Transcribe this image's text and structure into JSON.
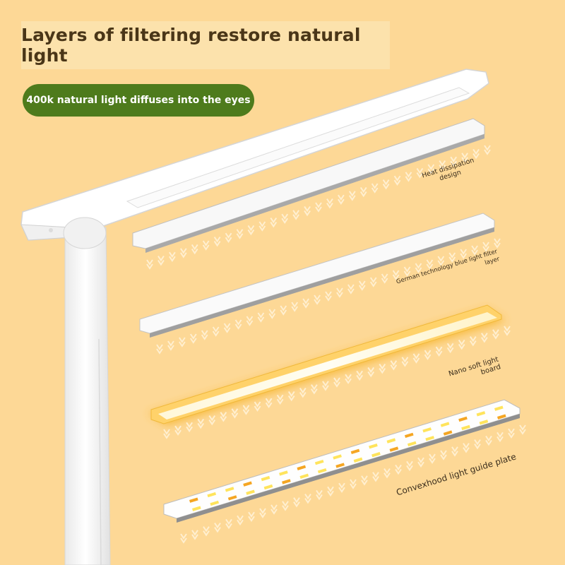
{
  "title": "Layers of filtering restore natural light",
  "subtitle": "400k natural light diffuses into the eyes",
  "layers": {
    "heat": [
      "Heat dissipation",
      "design"
    ],
    "german": [
      "German technology blue light filter",
      "layer"
    ],
    "nano": [
      "Nano soft light",
      "board"
    ],
    "convex": [
      "Convexhood light guide plate"
    ]
  },
  "colors": {
    "background": "#fdd896",
    "title_box": "#fce2ac",
    "title_text": "#4a3618",
    "pill": "#4e7b1c",
    "glow": "#f7b733",
    "arrow": "#fff3da"
  },
  "icons": [
    "down-arrow-icon"
  ]
}
